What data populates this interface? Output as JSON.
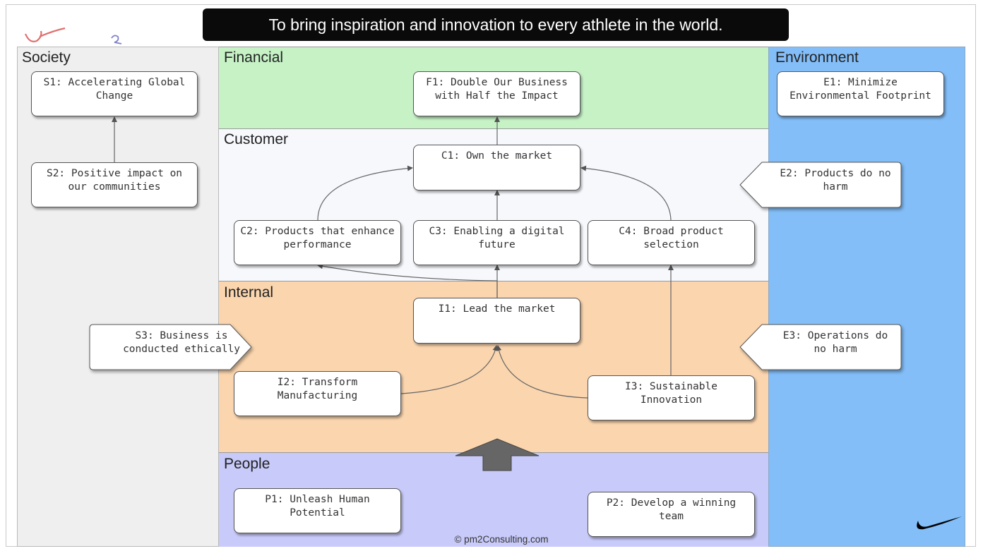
{
  "mission": "To bring inspiration and innovation to every athlete in the world.",
  "perspectives": {
    "society": "Society",
    "financial": "Financial",
    "customer": "Customer",
    "internal": "Internal",
    "people": "People",
    "environment": "Environment"
  },
  "colors": {
    "society": "#efefef",
    "financial": "#c6f2c6",
    "customer": "#f6f8fc",
    "internal": "#fad5ae",
    "people": "#c8caf9",
    "environment": "#83bef8"
  },
  "objectives": {
    "s1": "S1: Accelerating Global Change",
    "s2": "S2: Positive impact on our communities",
    "s3": "S3: Business is conducted ethically",
    "f1": "F1: Double Our Business with Half the Impact",
    "c1": "C1: Own the market",
    "c2": "C2: Products that enhance performance",
    "c3": "C3: Enabling a digital future",
    "c4": "C4: Broad product selection",
    "i1": "I1: Lead the market",
    "i2": "I2: Transform Manufacturing",
    "i3": "I3: Sustainable Innovation",
    "p1": "P1: Unleash Human Potential",
    "p2": "P2: Develop a winning team",
    "e1": "E1: Minimize Environmental Footprint",
    "e2": "E2: Products do no harm",
    "e3": "E3: Operations do no harm"
  },
  "footer": {
    "copyright": "© pm2Consulting.com"
  },
  "icons": {
    "logo": "swoosh-logo",
    "doodle": "pen-doodle"
  }
}
